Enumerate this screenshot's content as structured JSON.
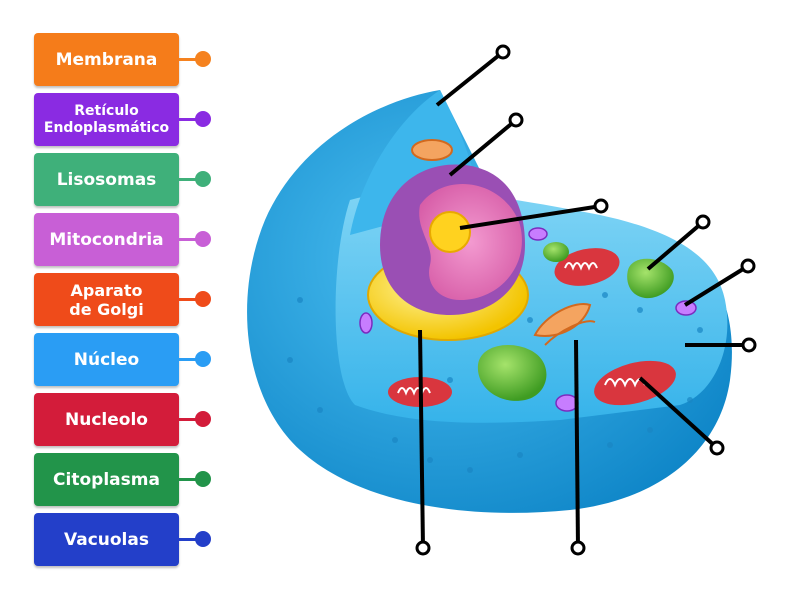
{
  "labels": [
    {
      "text": "Membrana",
      "color": "#f57c1a",
      "dot": "#f5821f"
    },
    {
      "text": "Retículo Endoplasmático",
      "color": "#8a2be2",
      "dot": "#8a2be2",
      "small": true
    },
    {
      "text": "Lisosomas",
      "color": "#3fb07a",
      "dot": "#3fb07a"
    },
    {
      "text": "Mitocondria",
      "color": "#c85fd6",
      "dot": "#c85fd6"
    },
    {
      "text": "Aparato de Golgi",
      "color": "#ef4b1a",
      "dot": "#ef4b1a"
    },
    {
      "text": "Núcleo",
      "color": "#2a9df4",
      "dot": "#2a9df4"
    },
    {
      "text": "Nucleolo",
      "color": "#d31c3a",
      "dot": "#d31c3a"
    },
    {
      "text": "Citoplasma",
      "color": "#22944a",
      "dot": "#22944a"
    },
    {
      "text": "Vacuolas",
      "color": "#233fc9",
      "dot": "#233fc9"
    }
  ],
  "colors": {
    "cell_outer": "#1da7e6",
    "cell_inner": "#5fc6f0",
    "nucleus": "#9a4fb4",
    "nucleolus": "#ffd21f",
    "golgi": "#f5c533",
    "mitochondria": "#d9363e",
    "vacuole": "#6cc23a",
    "pin_line": "#000000"
  }
}
